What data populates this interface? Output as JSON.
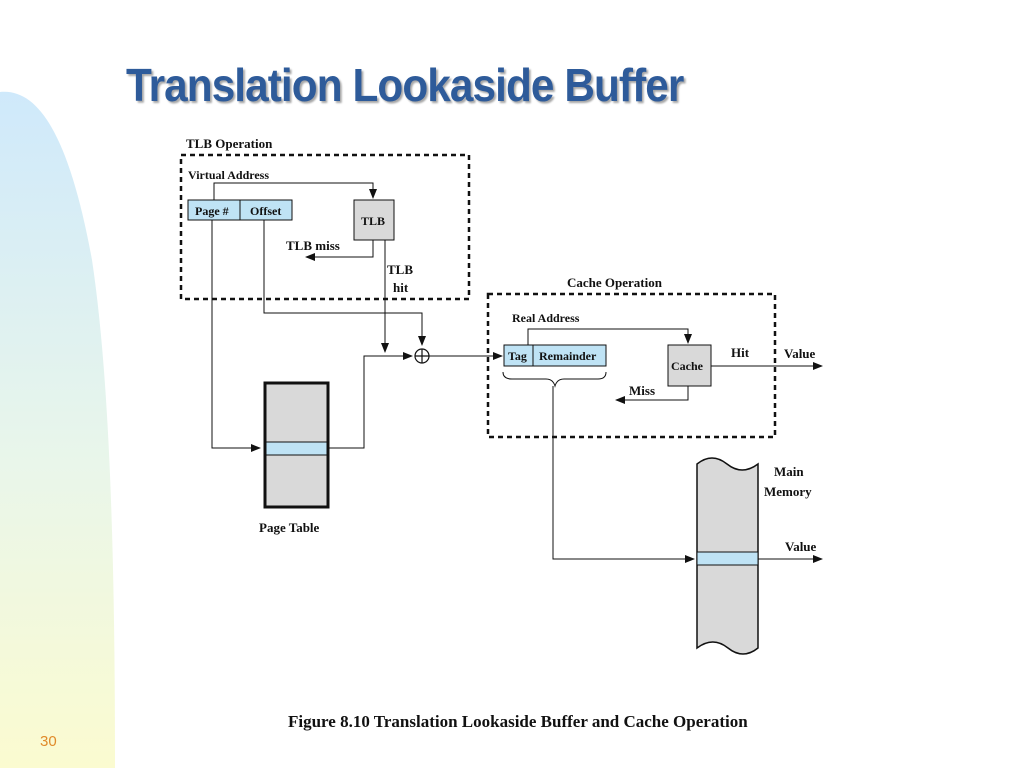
{
  "slide": {
    "title": "Translation Lookaside Buffer",
    "number": "30"
  },
  "diagram": {
    "tlb_operation_label": "TLB Operation",
    "virtual_address_label": "Virtual Address",
    "page_num_label": "Page #",
    "offset_label": "Offset",
    "tlb_label": "TLB",
    "tlb_miss_label": "TLB miss",
    "tlb_hit_line1": "TLB",
    "tlb_hit_line2": "hit",
    "cache_operation_label": "Cache Operation",
    "real_address_label": "Real Address",
    "tag_label": "Tag",
    "remainder_label": "Remainder",
    "cache_label": "Cache",
    "hit_label": "Hit",
    "cache_value_label": "Value",
    "miss_label": "Miss",
    "page_table_label": "Page Table",
    "main_memory_line1": "Main",
    "main_memory_line2": "Memory",
    "memory_value_label": "Value",
    "adder_symbol": "⊕",
    "caption": "Figure 8.10  Translation Lookaside Buffer and Cache Operation"
  },
  "colors": {
    "title": "#2e5b9a",
    "field_fill": "#bfe3f5",
    "box_fill": "#d9d9d9",
    "slide_number": "#e08a2a"
  }
}
